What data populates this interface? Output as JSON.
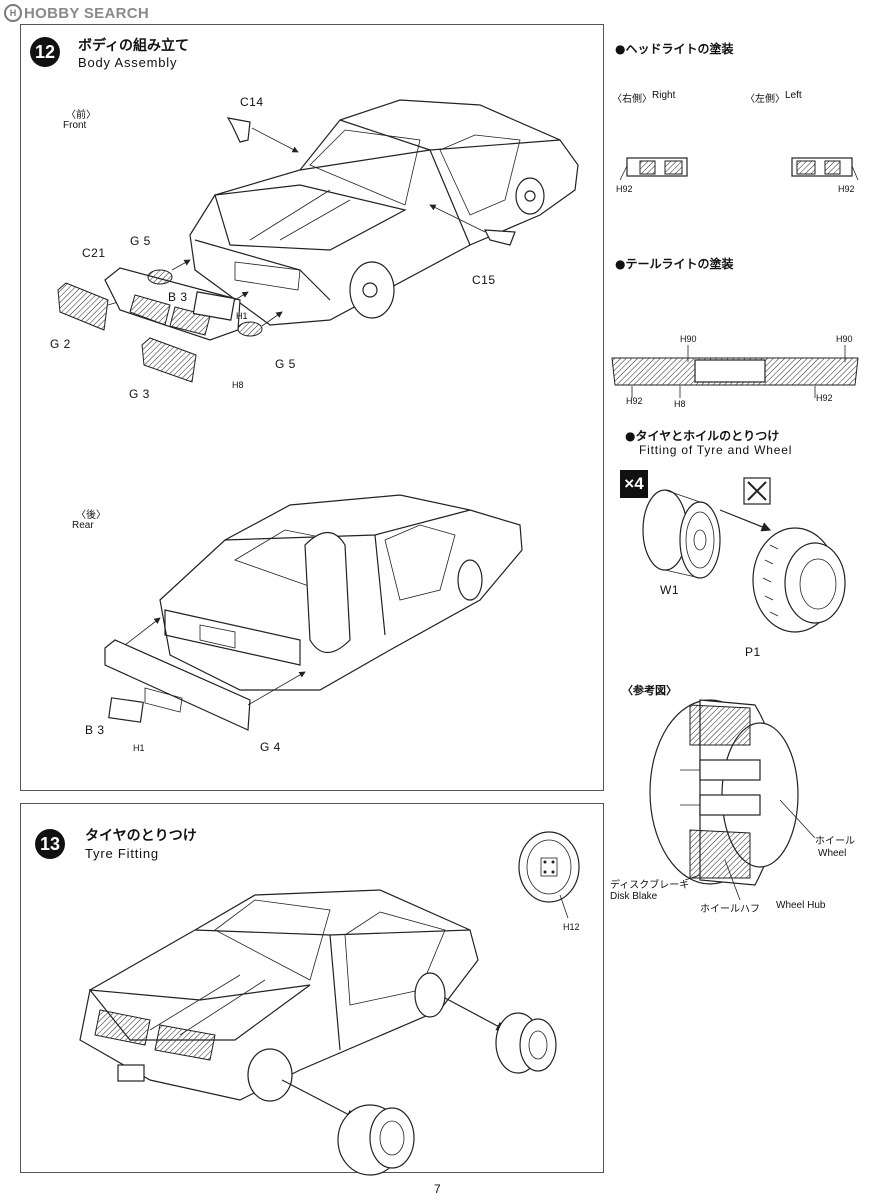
{
  "header": {
    "logo_text": "HOBBY SEARCH"
  },
  "step12": {
    "number": "12",
    "title_jp": "ボディの組み立て",
    "title_en": "Body Assembly",
    "front_jp": "〈前〉",
    "front_en": "Front",
    "rear_jp": "〈後〉",
    "rear_en": "Rear",
    "parts": {
      "c14": "C14",
      "c15": "C15",
      "c21": "C21",
      "g5a": "G 5",
      "g5b": "G 5",
      "b3a": "B 3",
      "b3b": "B 3",
      "g2": "G 2",
      "g3": "G 3",
      "g4": "G 4",
      "h1a": "H1",
      "h1b": "H1",
      "h8": "H8"
    }
  },
  "headlight": {
    "title_jp": "●ヘッドライトの塗装",
    "right_jp": "〈右側〉",
    "right_en": "Right",
    "left_jp": "〈左側〉",
    "left_en": "Left",
    "h92a": "H92",
    "h92b": "H92"
  },
  "taillight": {
    "title_jp": "●テールライトの塗装",
    "h90a": "H90",
    "h90b": "H90",
    "h92a": "H92",
    "h92b": "H92",
    "h8": "H8"
  },
  "wheel_fit": {
    "title_jp": "●タイヤとホイルのとりつけ",
    "title_en": "Fitting of Tyre and Wheel",
    "multiplier": "×4",
    "w1": "W1",
    "p1": "P1"
  },
  "reference": {
    "title_jp": "〈参考図〉",
    "wheel_jp": "ホイール",
    "wheel_en": "Wheel",
    "disk_jp": "ディスクブレーキ",
    "disk_en": "Disk Blake",
    "hub_jp": "ホイールハフ",
    "hub_en": "Wheel Hub"
  },
  "step13": {
    "number": "13",
    "title_jp": "タイヤのとりつけ",
    "title_en": "Tyre Fitting",
    "h12": "H12"
  },
  "page_number": "7"
}
